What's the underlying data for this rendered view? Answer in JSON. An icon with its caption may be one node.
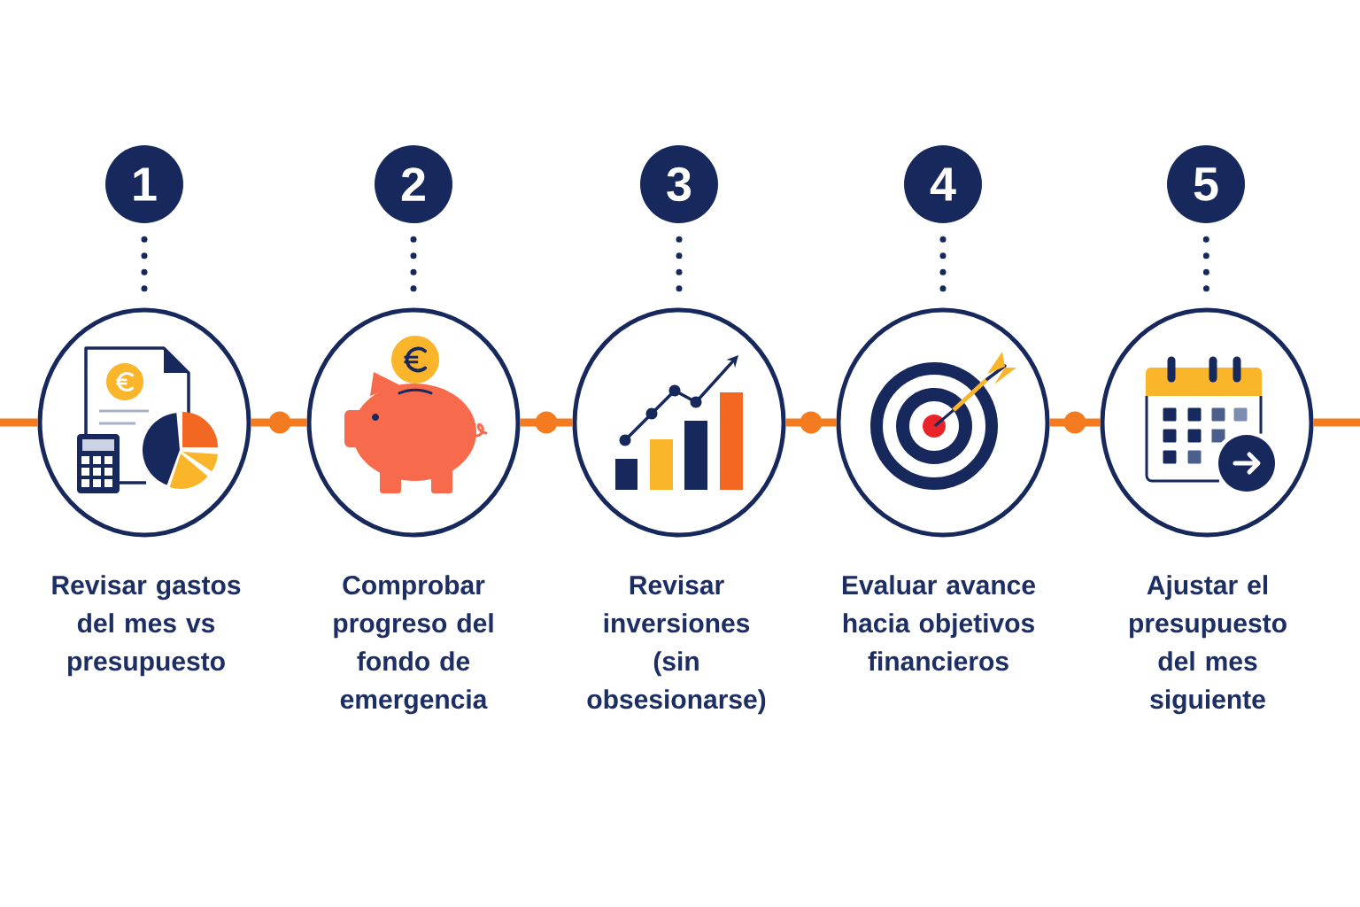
{
  "diagram": {
    "nodes": [
      {
        "text": [
          "1"
        ]
      },
      {
        "text": [
          "2"
        ]
      },
      {
        "text": [
          "3"
        ]
      },
      {
        "text": [
          "4"
        ]
      },
      {
        "text": [
          "5"
        ]
      },
      {
        "text": [],
        "shape": "circle",
        "beside": [
          "Revisar gastos del mes vs presupuesto"
        ]
      },
      {
        "text": [],
        "shape": "circle",
        "beside": [
          "Comprobar progreso del fondo de emergencia"
        ]
      },
      {
        "text": [],
        "shape": "circle",
        "beside": [
          "Revisar inversiones (sin obsesionarse)"
        ]
      },
      {
        "text": [],
        "shape": "circle",
        "beside": [
          "Evaluar avance hacia objetivos financieros"
        ]
      },
      {
        "text": [],
        "shape": "circle",
        "beside": [
          "Ajustar el presupuesto del mes siguiente"
        ]
      }
    ],
    "edges": [
      {
        "from": 0,
        "to": 5,
        "arrow": "none",
        "style": "dashed",
        "color": "#17295c"
      },
      {
        "from": 1,
        "to": 6,
        "arrow": "none",
        "style": "dashed",
        "color": "#17295c"
      },
      {
        "from": 2,
        "to": 7,
        "arrow": "none",
        "style": "dashed",
        "color": "#17295c"
      },
      {
        "from": 3,
        "to": 8,
        "arrow": "none",
        "style": "dashed",
        "color": "#17295c"
      },
      {
        "from": 4,
        "to": 9,
        "arrow": "none",
        "style": "dashed",
        "color": "#17295c"
      },
      {
        "from": null,
        "to": 5,
        "arrow": "none"
      },
      {
        "from": 5,
        "to": 6,
        "arrow": "none"
      },
      {
        "from": 6,
        "to": 7,
        "arrow": "none"
      },
      {
        "from": 7,
        "to": 8,
        "arrow": "none"
      },
      {
        "from": 8,
        "to": 9,
        "arrow": "none"
      },
      {
        "from": 9,
        "to": null,
        "arrow": "none"
      }
    ]
  }
}
